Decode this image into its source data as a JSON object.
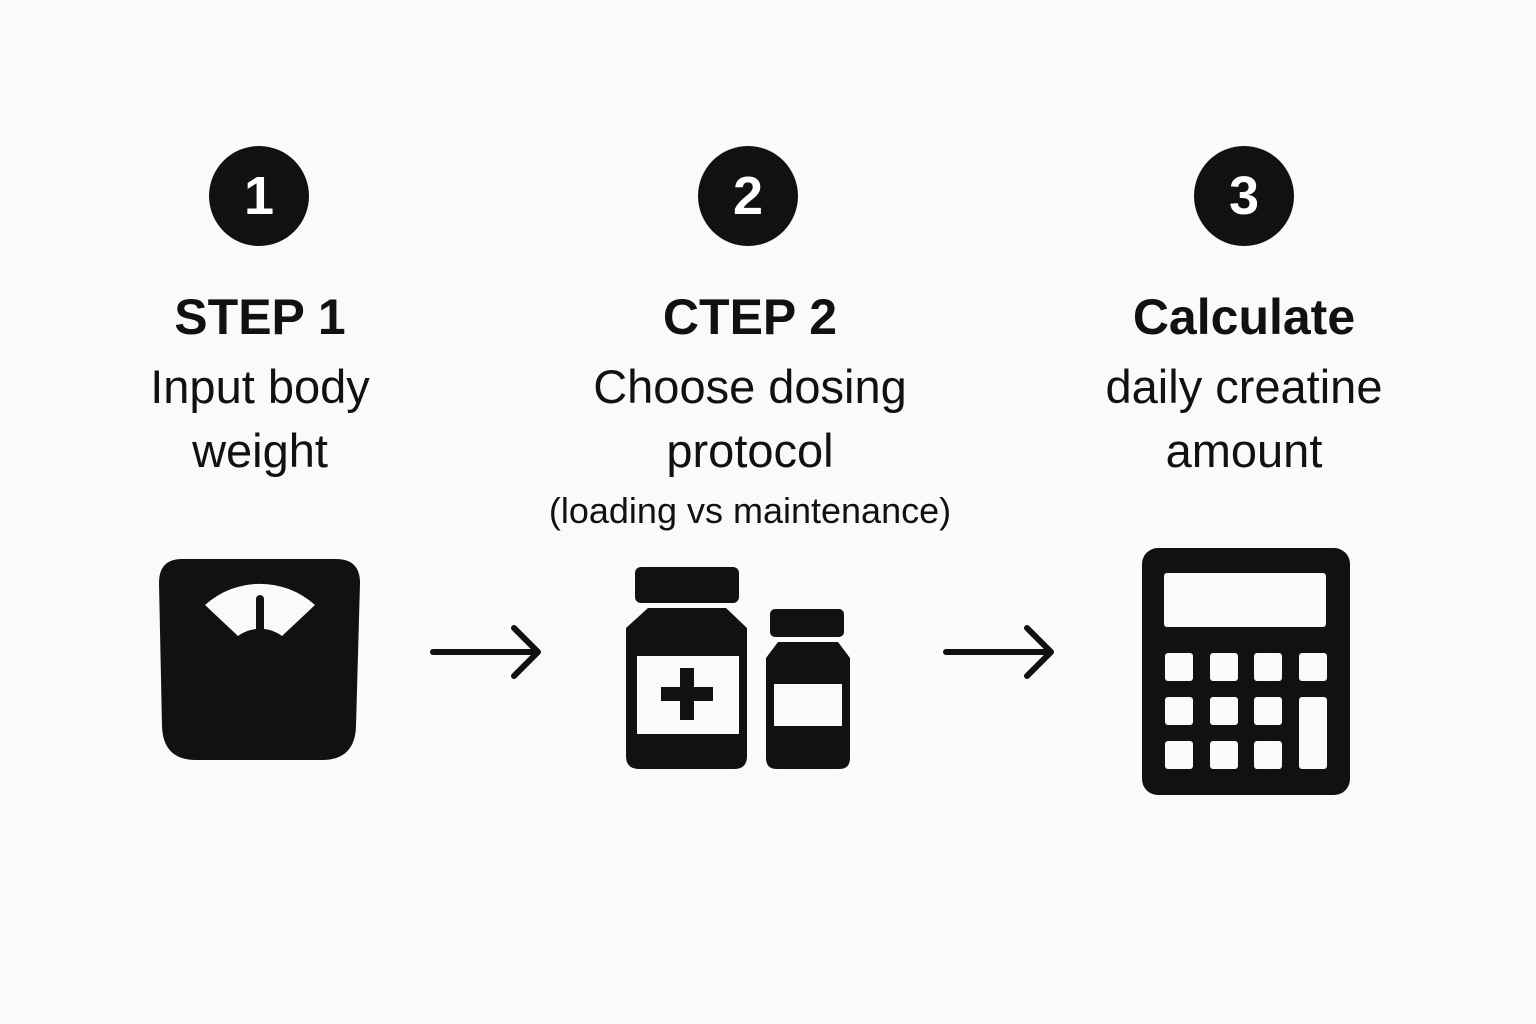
{
  "steps": [
    {
      "number": "1",
      "title": "STEP 1",
      "description_lines": [
        "Input body",
        "weight"
      ],
      "icon": "bathroom-scale-icon"
    },
    {
      "number": "2",
      "title": "CTEP 2",
      "description_lines": [
        "Choose dosing",
        "protocol"
      ],
      "note": "(loading vs maintenance)",
      "icon": "supplement-bottles-icon"
    },
    {
      "number": "3",
      "title": "Calculate",
      "description_lines": [
        "daily creatine",
        "amount"
      ],
      "icon": "calculator-icon"
    }
  ],
  "connectors": [
    "arrow-right-icon",
    "arrow-right-icon"
  ],
  "colors": {
    "background": "#fafafa",
    "foreground": "#111111",
    "badge_text": "#ffffff"
  }
}
